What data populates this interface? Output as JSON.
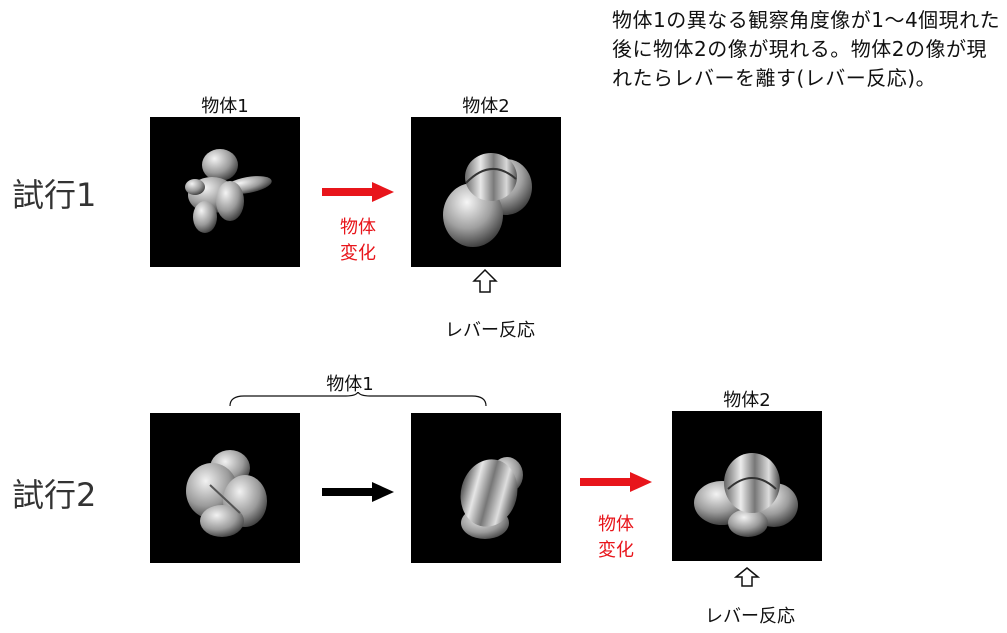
{
  "instruction_note": "物体1の異なる観察角度像が1〜4個現れた後に物体2の像が現れる。物体2の像が現れたらレバーを離す(レバー反応)。",
  "trials": [
    {
      "label": "試行1",
      "object1_label": "物体1",
      "object2_label": "物体2",
      "change_label_line1": "物体",
      "change_label_line2": "変化",
      "response_label": "レバー反応"
    },
    {
      "label": "試行2",
      "object1_label": "物体1",
      "object2_label": "物体2",
      "change_label_line1": "物体",
      "change_label_line2": "変化",
      "response_label": "レバー反応"
    }
  ],
  "colors": {
    "change_arrow": "#e8151b",
    "sequence_arrow": "#000000",
    "panel_background": "#000000"
  }
}
